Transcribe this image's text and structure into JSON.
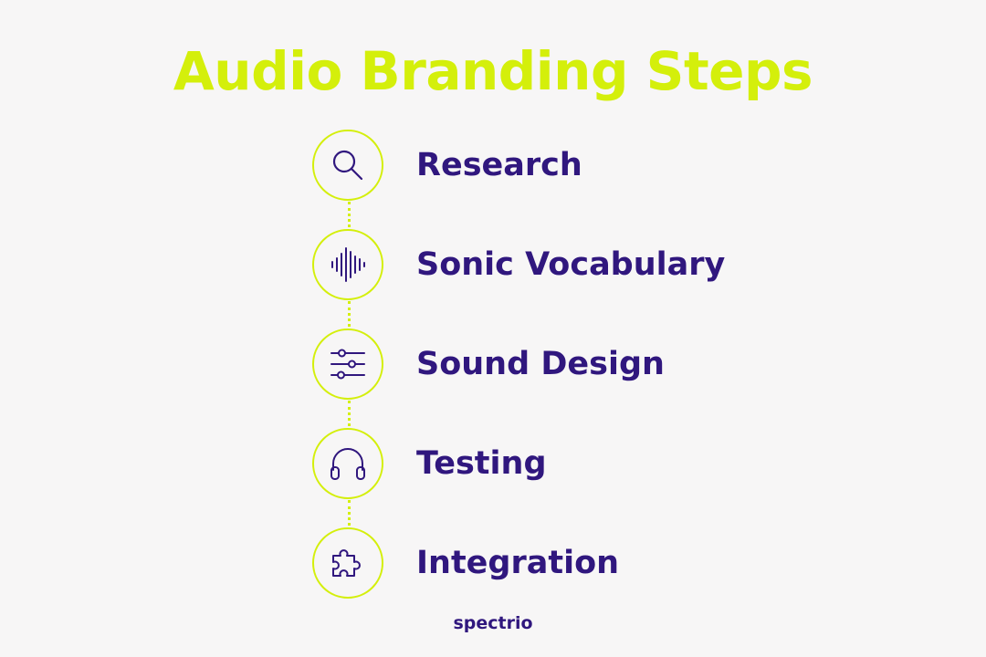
{
  "title": "Audio Branding Steps",
  "steps": [
    {
      "label": "Research",
      "icon": "search-icon"
    },
    {
      "label": "Sonic Vocabulary",
      "icon": "sound-wave-icon"
    },
    {
      "label": "Sound Design",
      "icon": "sliders-icon"
    },
    {
      "label": "Testing",
      "icon": "headphones-icon"
    },
    {
      "label": "Integration",
      "icon": "puzzle-icon"
    }
  ],
  "footer": "spectrio",
  "colors": {
    "accent": "#d4ef0b",
    "text": "#30177e",
    "background": "#f7f6f6"
  }
}
